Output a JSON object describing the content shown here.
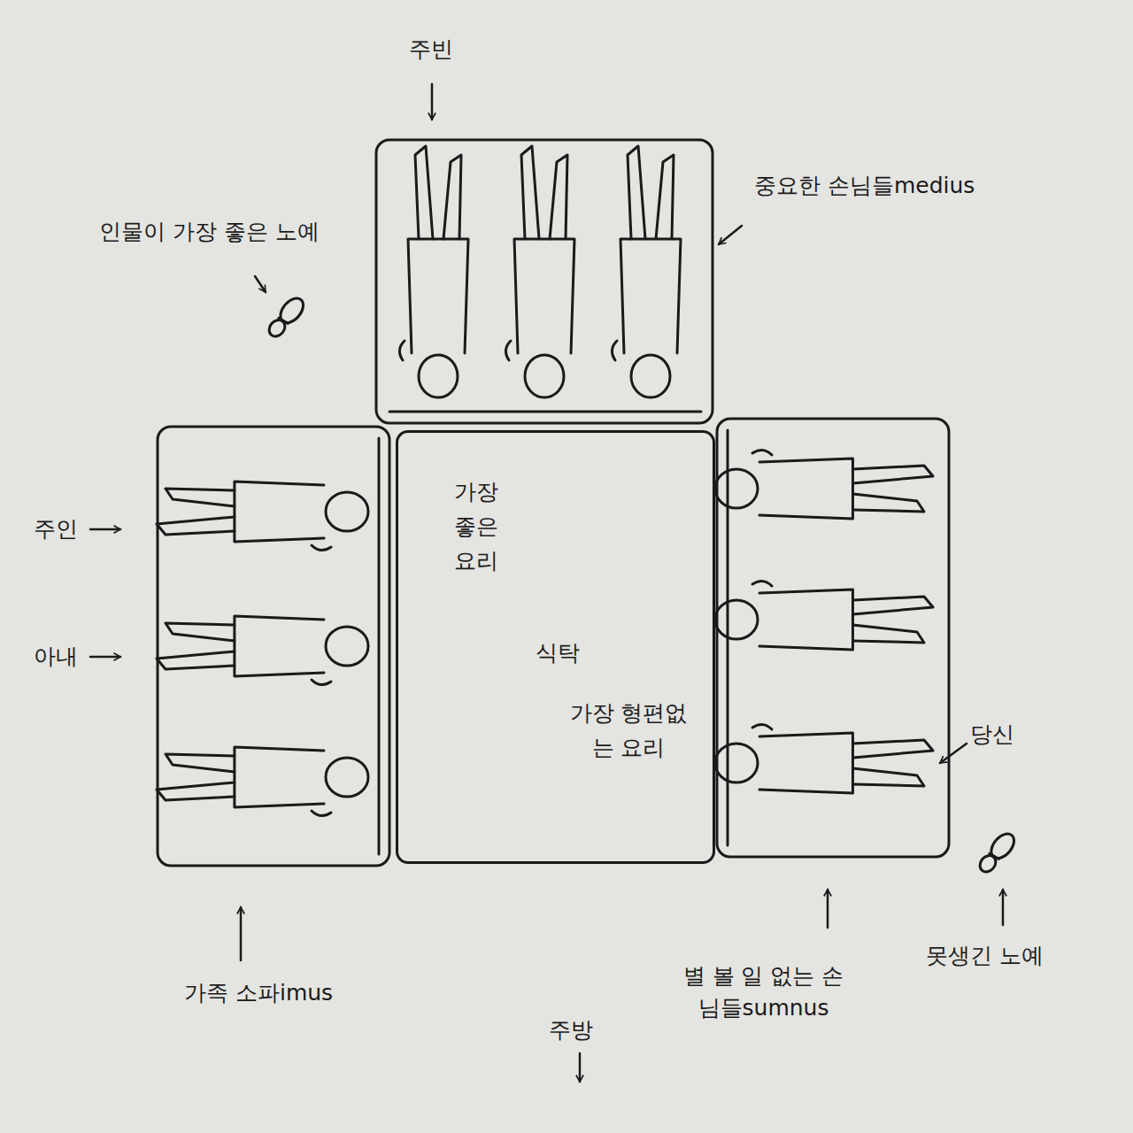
{
  "diagram": {
    "nodes": [
      {
        "text": [
          "가장 좋은 요리",
          "식탁",
          "가장 형편없는 요리"
        ]
      }
    ],
    "labels": [
      "주빈",
      "중요한 손님들medius",
      "인물이 가장 좋은 노예",
      "주인",
      "아내",
      "당신",
      "가족 소파imus",
      "별 볼 일 없는 손님들sumnus",
      "못생긴 노예",
      "주방"
    ]
  }
}
